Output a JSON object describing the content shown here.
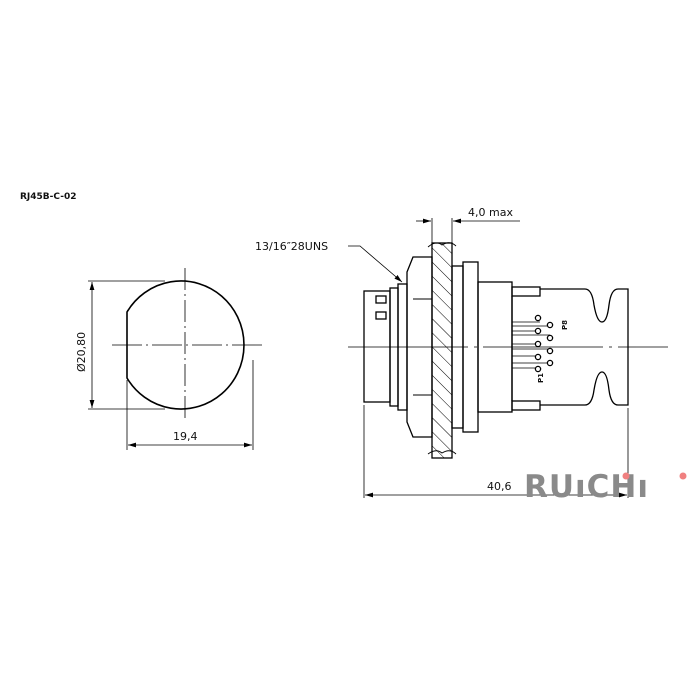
{
  "part_number": "RJ45B-C-02",
  "front_view": {
    "diameter_label": "Ø20,80",
    "width_label": "19,4"
  },
  "side_view": {
    "thread_label": "13/16″28UNS",
    "panel_thickness_label": "4,0 max",
    "length_label": "40,6",
    "pin_labels": {
      "last": "P8",
      "first": "P1"
    }
  },
  "logo": {
    "text": "RUICHI",
    "color": "#8a8a8a",
    "dot_color": "#f08080"
  }
}
